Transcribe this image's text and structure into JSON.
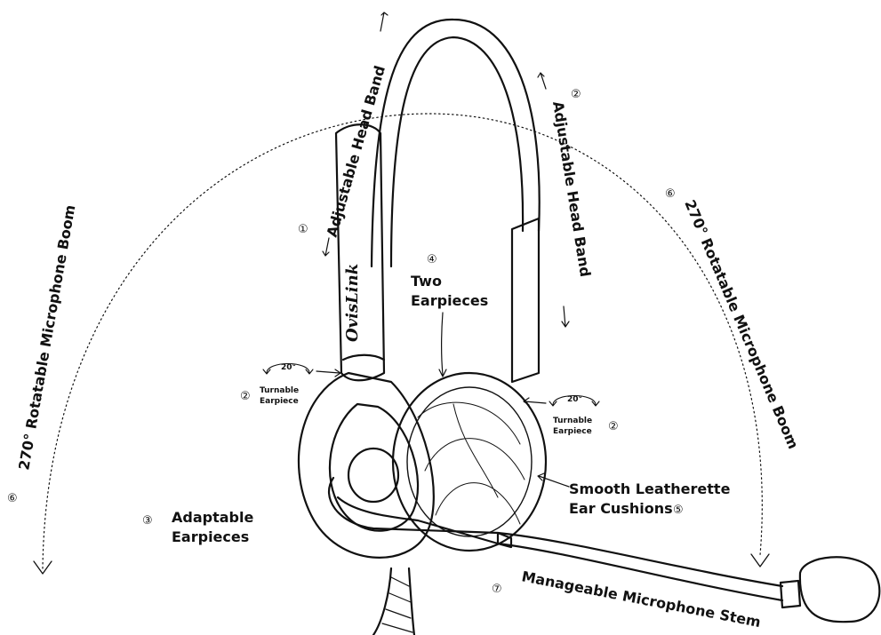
{
  "brand": "OvisLink",
  "headband_left": {
    "num": "①",
    "text": "Adjustable Head Band"
  },
  "headband_right": {
    "num": "②",
    "text": "Adjustable Head Band"
  },
  "boom_left": {
    "num": "⑥",
    "text": "270° Rotatable Microphone Boom"
  },
  "boom_right": {
    "num": "⑥",
    "text": "270° Rotatable Microphone Boom"
  },
  "two_earpieces": {
    "num": "④",
    "line1": "Two",
    "line2": "Earpieces"
  },
  "turnable_left": {
    "num": "②",
    "angle": "20°",
    "line1": "Turnable",
    "line2": "Earpiece"
  },
  "turnable_right": {
    "num": "②",
    "angle": "20°",
    "line1": "Turnable",
    "line2": "Earpiece"
  },
  "adaptable": {
    "num": "③",
    "line1": "Adaptable",
    "line2": "Earpieces"
  },
  "cushions": {
    "num": "⑤",
    "line1": "Smooth Leatherette",
    "line2": "Ear Cushions"
  },
  "stem": {
    "num": "⑦",
    "text": "Manageable Microphone Stem"
  }
}
